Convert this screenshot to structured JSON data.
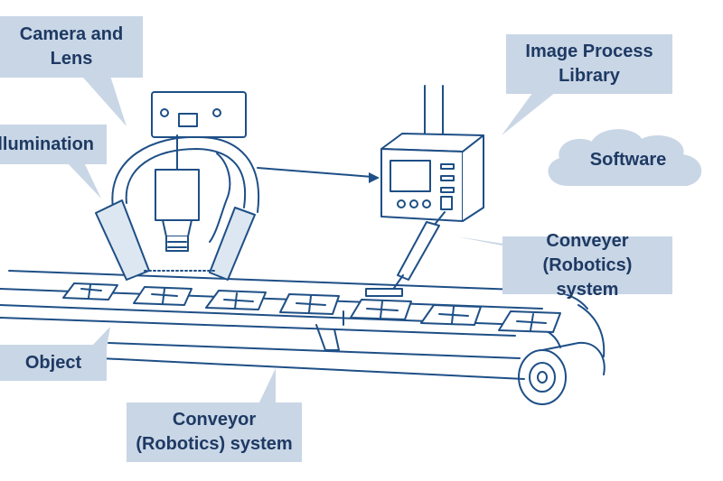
{
  "labels": {
    "camera_lens": "Camera and\nLens",
    "illumination": "Illumination",
    "image_process": "Image Process\nLibrary",
    "software": "Software",
    "conveyer_upper": "Conveyer\n(Robotics) system",
    "object": "Object",
    "conveyor_lower": "Conveyor\n(Robotics) system"
  },
  "colors": {
    "line": "#1e4f86",
    "callout_bg": "#c9d6e6",
    "callout_text": "#1e3a63",
    "cloud": "#c9d6e6"
  },
  "icons": [
    "camera-icon",
    "light-ring-icon",
    "controller-box-icon",
    "robot-arm-icon",
    "roller-icon",
    "cloud-icon"
  ]
}
